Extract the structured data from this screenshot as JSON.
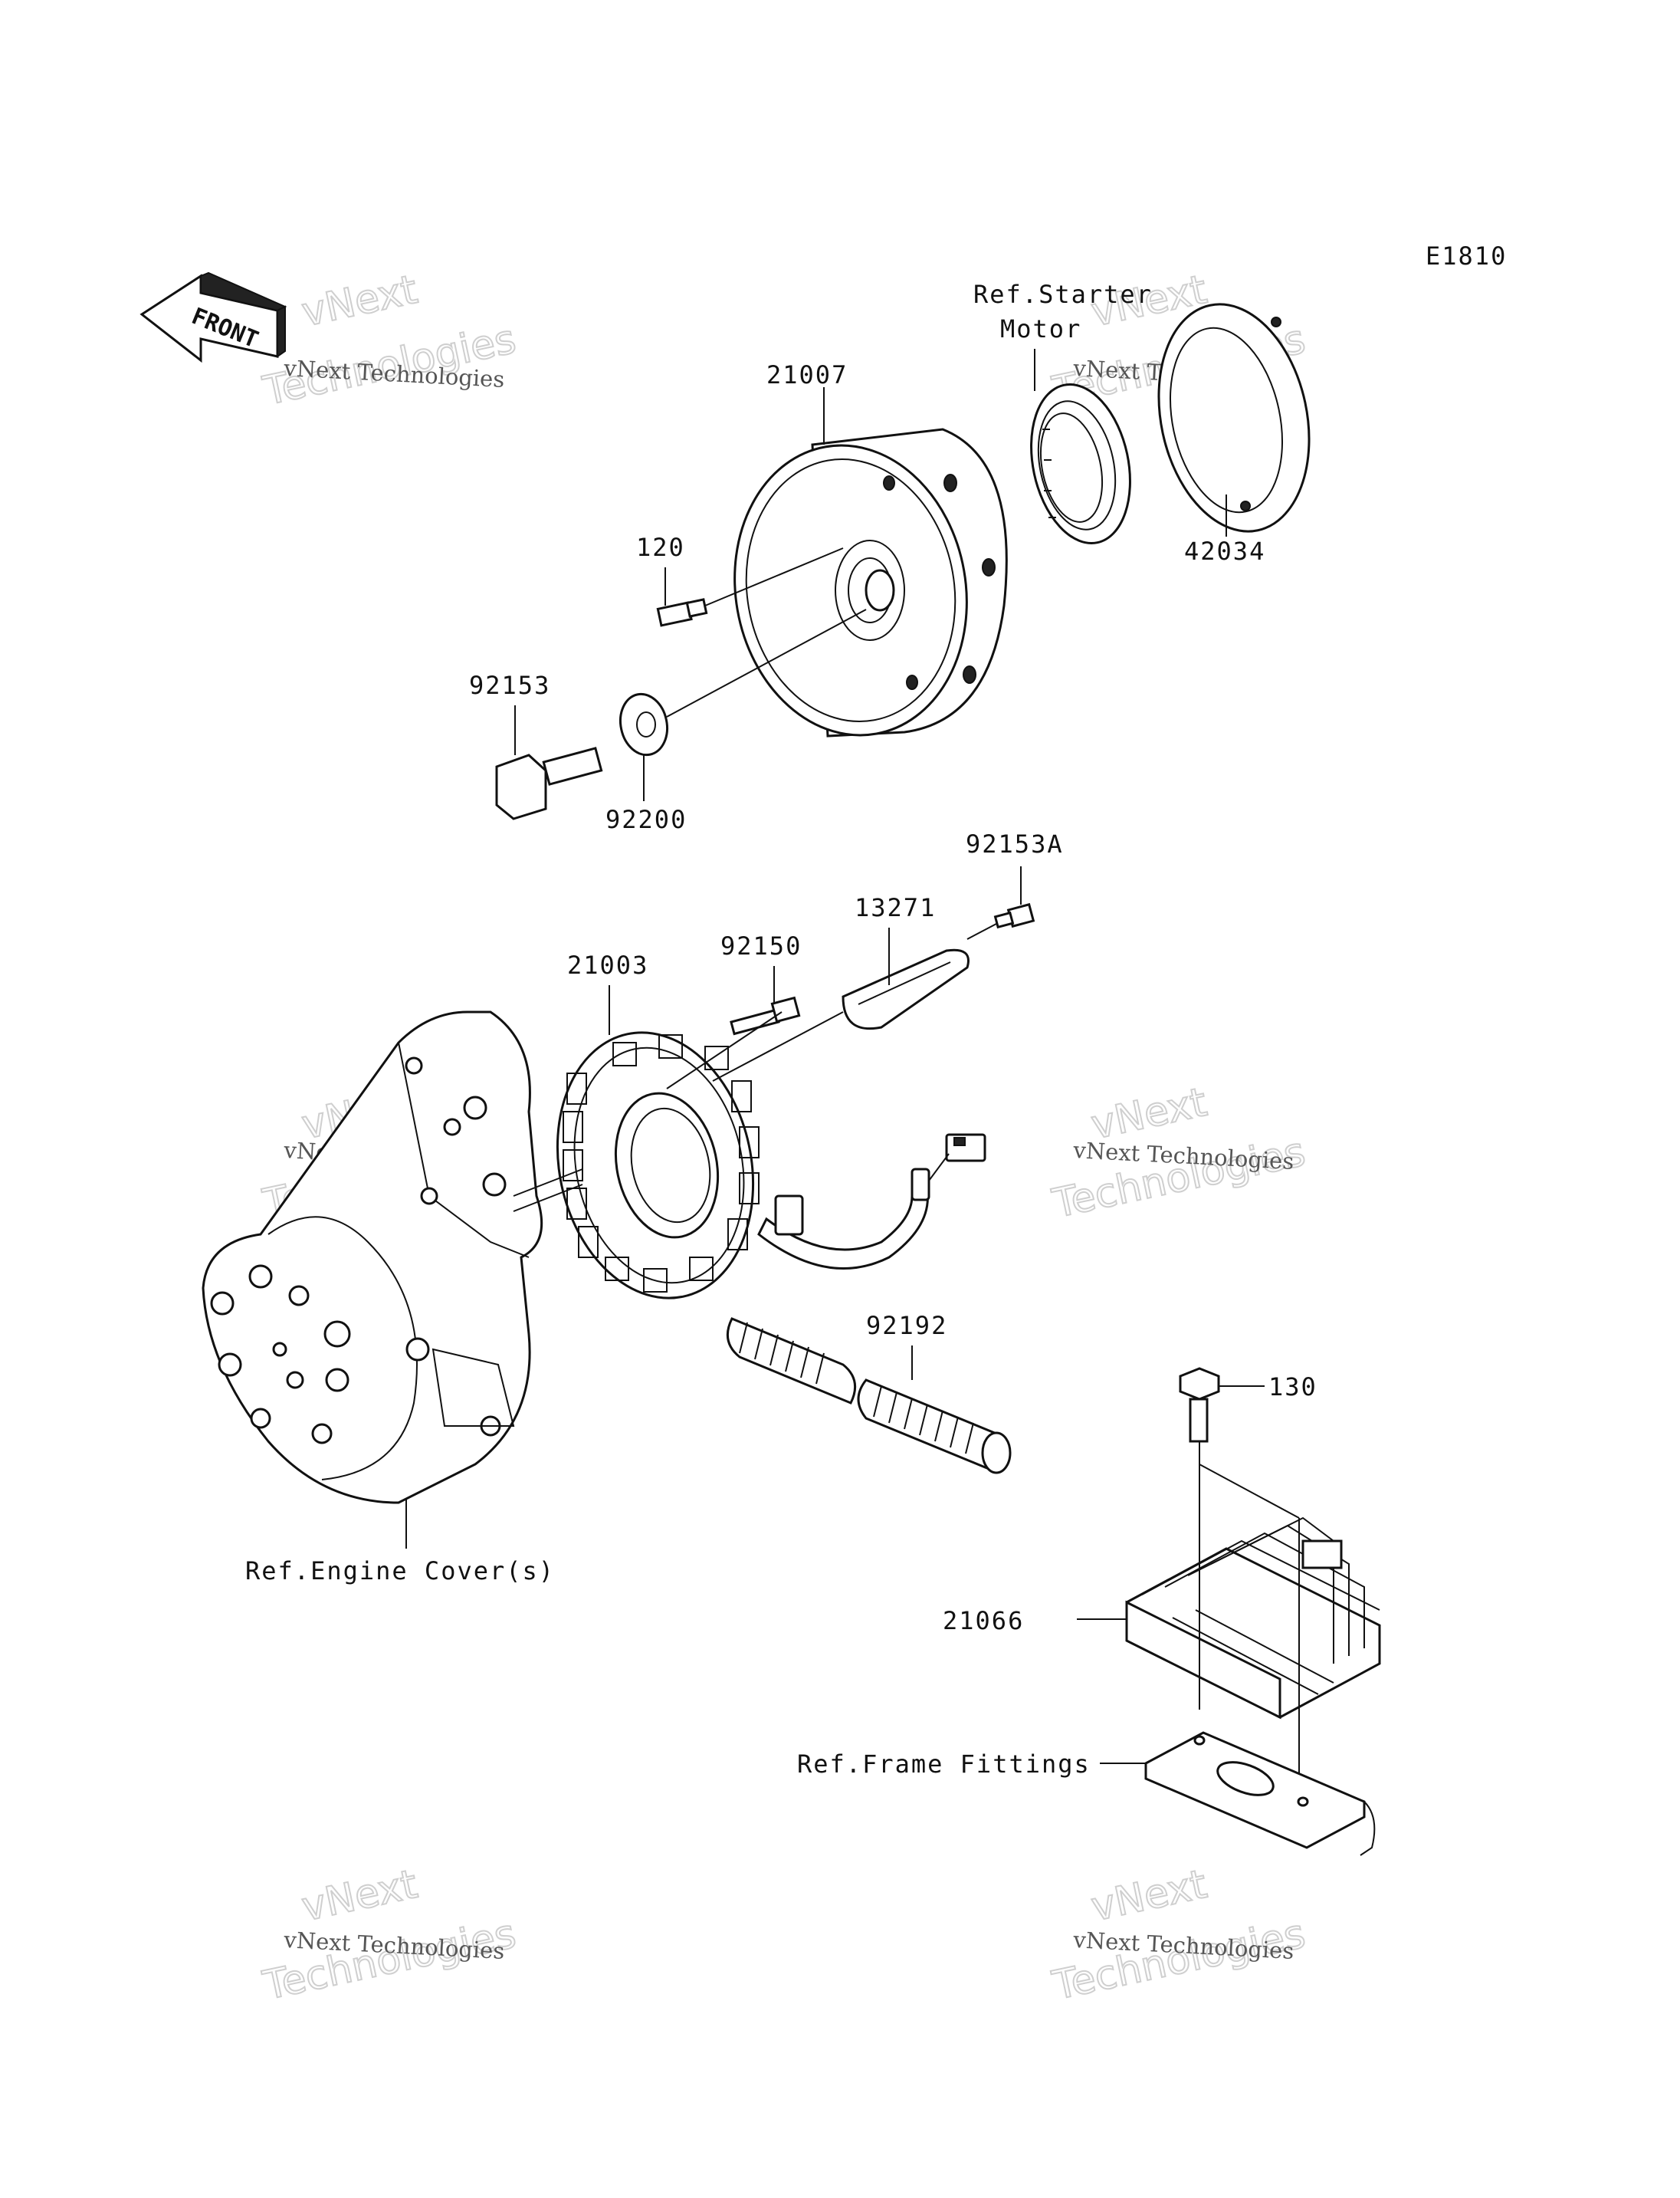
{
  "diagram_code": "E1810",
  "front_arrow_text": "FRONT",
  "part_numbers": {
    "flywheel": "21007",
    "bolt_120": "120",
    "flange_bolt": "92153",
    "washer": "92200",
    "clutch_ring": "42034",
    "bolt_a": "92153A",
    "plate": "13271",
    "bolt_92150": "92150",
    "stator": "21003",
    "tube": "92192",
    "bolt_130": "130",
    "regulator": "21066"
  },
  "references": {
    "starter_line1": "Ref.Starter",
    "starter_line2": "Motor",
    "engine_cover": "Ref.Engine Cover(s)",
    "frame_fittings": "Ref.Frame Fittings"
  },
  "watermarks": [
    {
      "brand": "vNext",
      "company": "vNext Technologies",
      "tech": "Technologies"
    },
    {
      "brand": "vNext",
      "company": "vNext Technologies",
      "tech": "Technologies"
    },
    {
      "brand": "vNext",
      "company": "vNext Technologies",
      "tech": "Technologies"
    },
    {
      "brand": "vNext",
      "company": "vNext Technologies",
      "tech": "Technologies"
    },
    {
      "brand": "vNext",
      "company": "vNext Technologies",
      "tech": "Technologies"
    },
    {
      "brand": "vNext",
      "company": "vNext Technologies",
      "tech": "Technologies"
    }
  ]
}
